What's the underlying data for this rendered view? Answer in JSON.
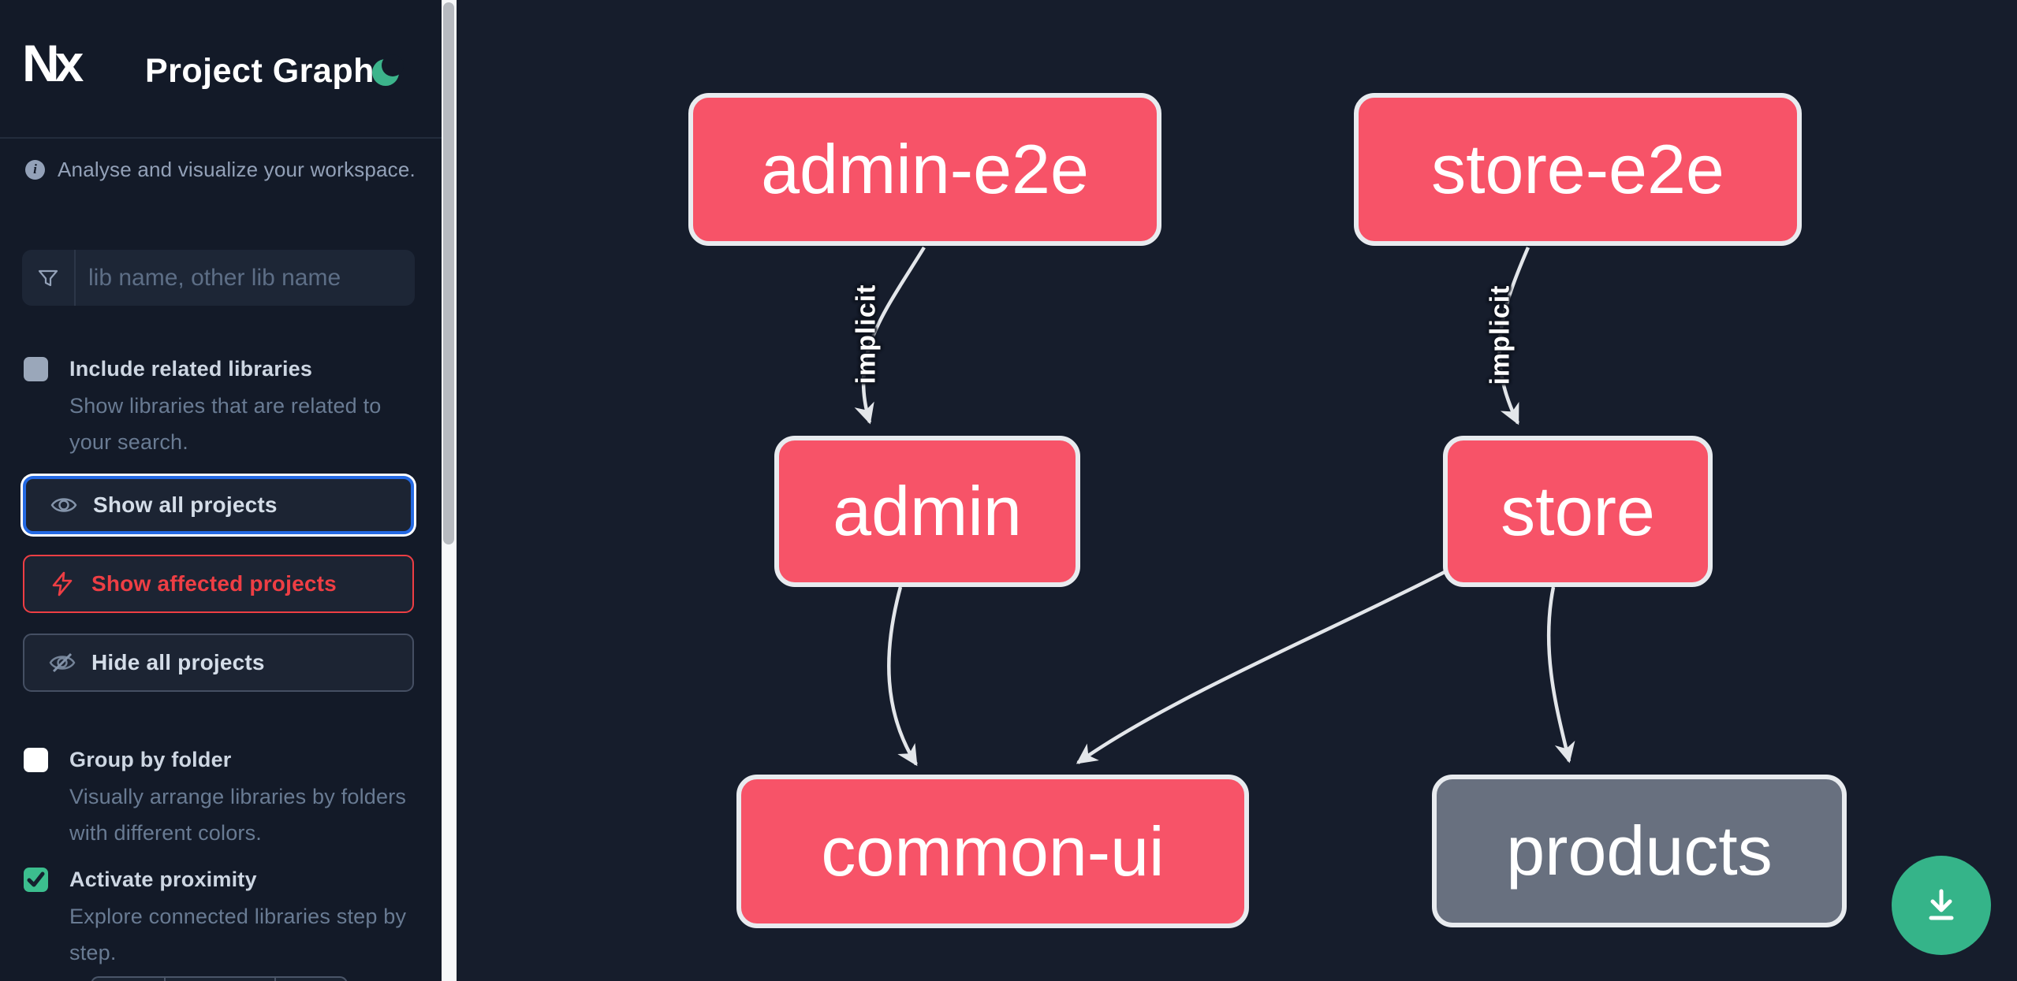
{
  "header": {
    "logo_text": "Nx",
    "title": "Project Graph",
    "theme_icon": "moon"
  },
  "sidebar": {
    "tagline": "Analyse and visualize your workspace.",
    "search": {
      "placeholder": "lib name, other lib name"
    },
    "toggles": [
      {
        "label": "Include related libraries",
        "description": "Show libraries that are related to your search.",
        "checked": false
      },
      {
        "label": "Group by folder",
        "description": "Visually arrange libraries by folders with different colors.",
        "checked": false
      },
      {
        "label": "Activate proximity",
        "description": "Explore connected libraries step by step.",
        "checked": true
      }
    ],
    "actions": [
      {
        "label": "Show all projects",
        "state": "focused"
      },
      {
        "label": "Show affected projects",
        "state": "affected"
      },
      {
        "label": "Hide all projects",
        "state": "default"
      }
    ]
  },
  "graph": {
    "nodes": [
      {
        "id": "admin-e2e",
        "kind": "e2e",
        "color": "pink"
      },
      {
        "id": "store-e2e",
        "kind": "e2e",
        "color": "pink"
      },
      {
        "id": "admin",
        "kind": "app",
        "color": "pink"
      },
      {
        "id": "store",
        "kind": "app",
        "color": "pink"
      },
      {
        "id": "common-ui",
        "kind": "lib",
        "color": "pink"
      },
      {
        "id": "products",
        "kind": "lib",
        "color": "gray"
      }
    ],
    "edges": [
      {
        "source": "admin-e2e",
        "target": "admin",
        "label": "implicit"
      },
      {
        "source": "store-e2e",
        "target": "store",
        "label": "implicit"
      },
      {
        "source": "admin",
        "target": "common-ui",
        "label": ""
      },
      {
        "source": "store",
        "target": "common-ui",
        "label": ""
      },
      {
        "source": "store",
        "target": "products",
        "label": ""
      }
    ]
  },
  "fab": {
    "action": "download"
  },
  "colors": {
    "node_pink": "#f75368",
    "node_gray": "#68707f",
    "node_border": "#e8ebef",
    "edge": "#e3e6ea",
    "accent_green": "#35b489",
    "focus_blue": "#2469e3",
    "warn_red": "#ee3e44",
    "sidebar_bg": "#131a28",
    "canvas_bg": "#161d2c"
  }
}
